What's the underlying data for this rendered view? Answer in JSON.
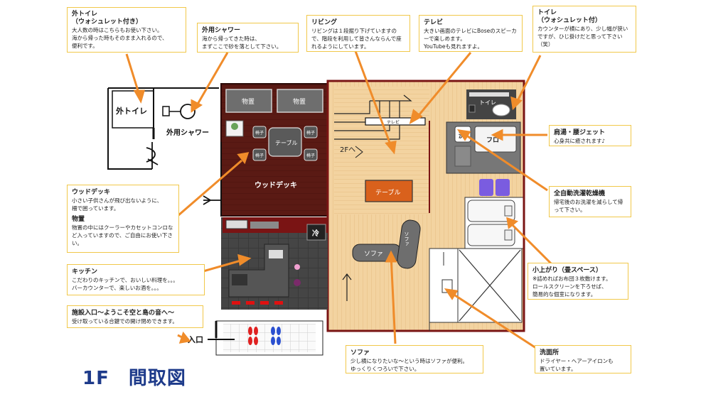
{
  "title": "1F　間取図",
  "plan_labels": {
    "outdoor_toilet": "外トイレ",
    "outdoor_shower": "外用シャワー",
    "storage1": "物置",
    "storage2": "物置",
    "chair": "椅子",
    "table_deck": "テーブル",
    "wood_deck": "ウッドデッキ",
    "tv": "テレビ",
    "stairs": "2Fへ",
    "table_living": "テーブル",
    "toilet": "トイレ",
    "washer": "洗",
    "bath": "フロ",
    "fridge": "冷",
    "sofa1": "ソファ",
    "sofa2": "ソファ",
    "entrance": "入口"
  },
  "callouts": {
    "outdoor_toilet": {
      "title": "外トイレ\n（ウォシュレット付き）",
      "body": "大人数の時はこちらもお使い下さい。\n海から帰った時もそのまま入れるので、\n便利です。"
    },
    "outdoor_shower": {
      "title": "外用シャワー",
      "body": "海から帰ってきた時は、\nまずここで砂を落として下さい。"
    },
    "living": {
      "title": "リビング",
      "body": "リビングは１段掘り下げていますので、階段を利用して皆さんならんで座れるようにしています。"
    },
    "tv": {
      "title": "テレビ",
      "body": "大きい画面のテレビにBoseのスピーカーで楽しめます。\nYouTubeも見れますよ。"
    },
    "toilet": {
      "title": "トイレ\n（ウォシュレット付）",
      "body": "カウンターが横にあり、少し幅が狭いですが、ひじ掛けだと思って下さい（笑）"
    },
    "bath": {
      "title": "肩湯・腰ジェット",
      "body": "心身共に癒されます♪"
    },
    "washer": {
      "title": "全自動洗濯乾燥機",
      "body": "帰宅後のお洗濯を減らして帰って下さい。"
    },
    "wood_deck": {
      "title": "ウッドデッキ",
      "body": "小さい子供さんが飛び出ないように、\n柵で囲っています。",
      "title2": "物置",
      "body2": "物置の中にはクーラーやカセットコンロなど入っていますので、ご自由にお使い下さい。"
    },
    "kitchen": {
      "title": "キッチン",
      "body": "こだわりのキッチンで、おいしい料理を。。。\nバーカウンターで、楽しいお酒を。。。"
    },
    "entrance": {
      "title": "施設入口～ようこそ空と島の音へ～",
      "body": "受け取っている合鍵での開け閉めできます。"
    },
    "raised": {
      "title": "小上がり（畳スペース）",
      "body": "※詰めればお布団３枚敷けます。\nロールスクリーンを下ろせば、\n簡易的な個室になります。"
    },
    "sofa": {
      "title": "ソファ",
      "body": "少し横になりたいな～という時はソファが便利。\nゆっくりくつろいで下さい。"
    },
    "washroom": {
      "title": "洗面所",
      "body": "ドライヤー・ヘアーアイロンも\n置いています。"
    }
  },
  "colors": {
    "callout_border": "#f1c84a",
    "arrow": "#f08c2a",
    "deck": "#5a1a14",
    "wall": "#7a1414",
    "floor": "#f3d3a0",
    "title": "#1d3a8a"
  },
  "icons": {
    "pointer": "arrow-icon",
    "plant": "plant-sign-icon",
    "slippers": "slippers-icon"
  }
}
